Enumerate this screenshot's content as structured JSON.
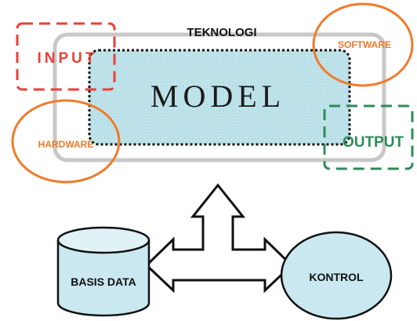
{
  "diagram": {
    "teknologi": "TEKNOLOGI",
    "model": "MODEL",
    "input": "INPUT",
    "output": "OUTPUT",
    "software": "SOFTWARE",
    "hardware": "HARDWARE",
    "basis_data": "BASIS DATA",
    "kontrol": "KONTROL"
  },
  "colors": {
    "input": "#e8403a",
    "output": "#2e8b57",
    "software_hardware": "#f07a2a",
    "model_fill": "#bfe3ea",
    "cylinder_fill": "#c9e8ef",
    "kontrol_fill": "#c9e8ef",
    "frame": "#c8c8c8"
  }
}
